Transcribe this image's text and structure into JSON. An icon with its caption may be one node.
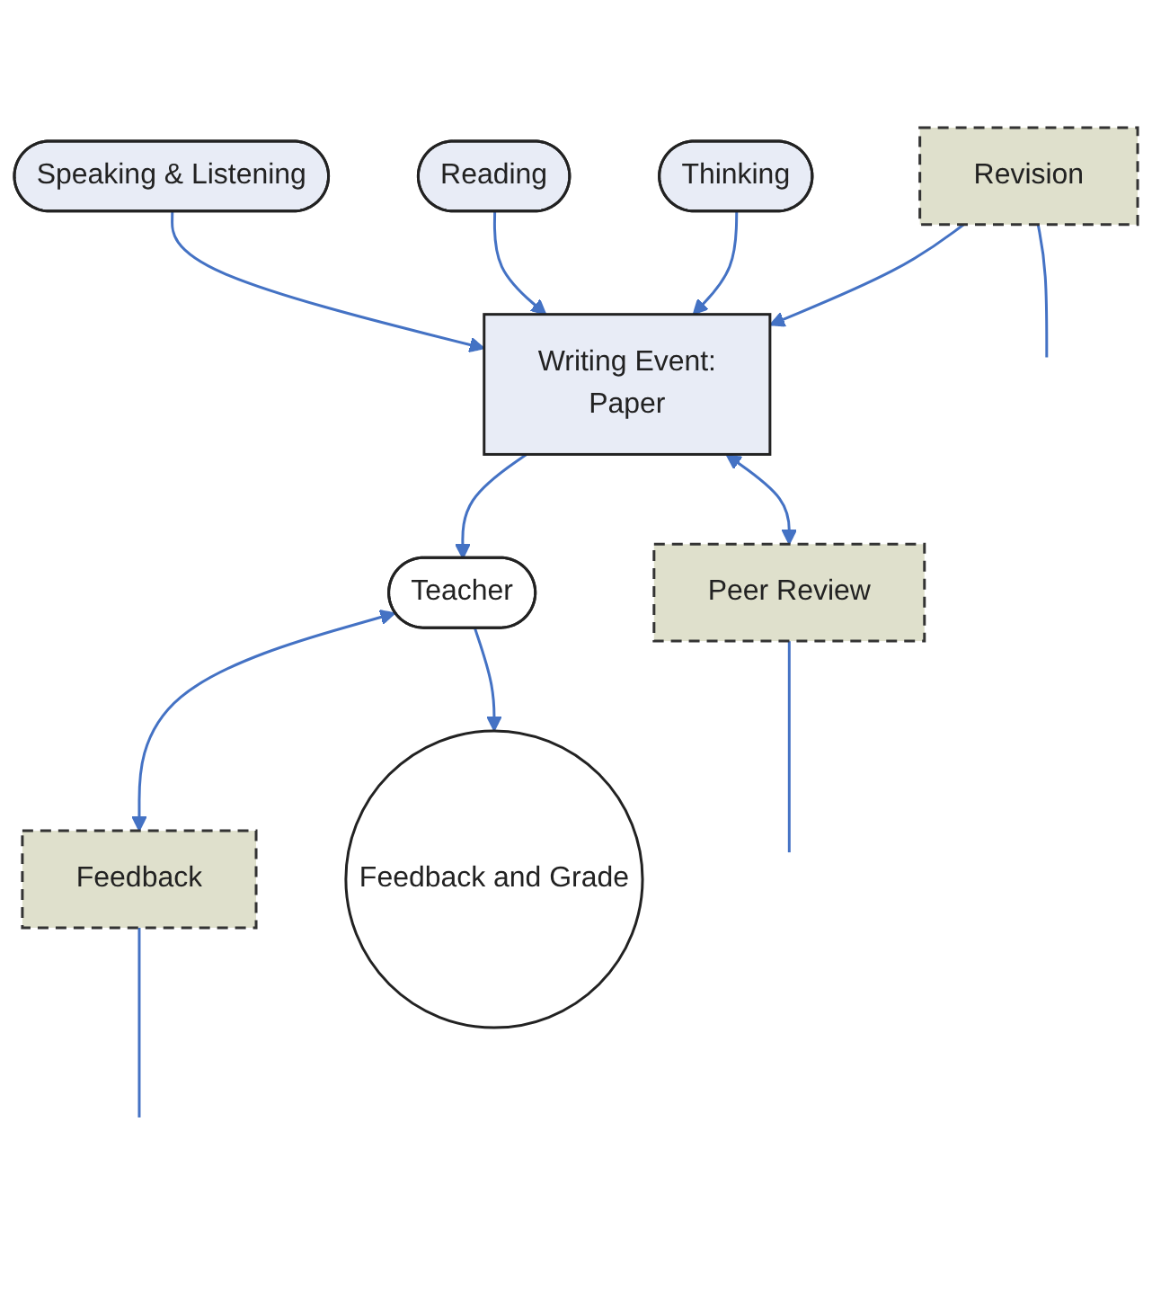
{
  "diagram": {
    "nodes": [
      {
        "text": [
          "Speaking & Listening"
        ]
      },
      {
        "text": [
          "Reading"
        ]
      },
      {
        "text": [
          "Thinking"
        ]
      },
      {
        "text": [
          "Writing Event:",
          "Paper"
        ]
      },
      {
        "text": [
          "Revision"
        ]
      },
      {
        "text": [
          "Peer Review"
        ]
      },
      {
        "text": [
          "Teacher"
        ]
      },
      {
        "text": [
          "Feedback"
        ]
      },
      {
        "text": [
          "Feedback and Grade"
        ]
      }
    ],
    "edges": [
      {
        "from": 0,
        "to": 3,
        "arrow": "to"
      },
      {
        "from": 1,
        "to": 3,
        "arrow": "to"
      },
      {
        "from": 2,
        "to": 3,
        "arrow": "to"
      },
      {
        "from": 4,
        "to": 3,
        "arrow": "to"
      },
      {
        "from": 3,
        "to": 5,
        "arrow": "both"
      },
      {
        "from": 3,
        "to": 6,
        "arrow": "to"
      },
      {
        "from": 6,
        "to": 7,
        "arrow": "both"
      },
      {
        "from": 6,
        "to": 8,
        "arrow": "to"
      },
      {
        "from": 4,
        "to": null,
        "arrow": "none"
      },
      {
        "from": 5,
        "to": null,
        "arrow": "none"
      },
      {
        "from": 7,
        "to": null,
        "arrow": "none"
      }
    ]
  }
}
